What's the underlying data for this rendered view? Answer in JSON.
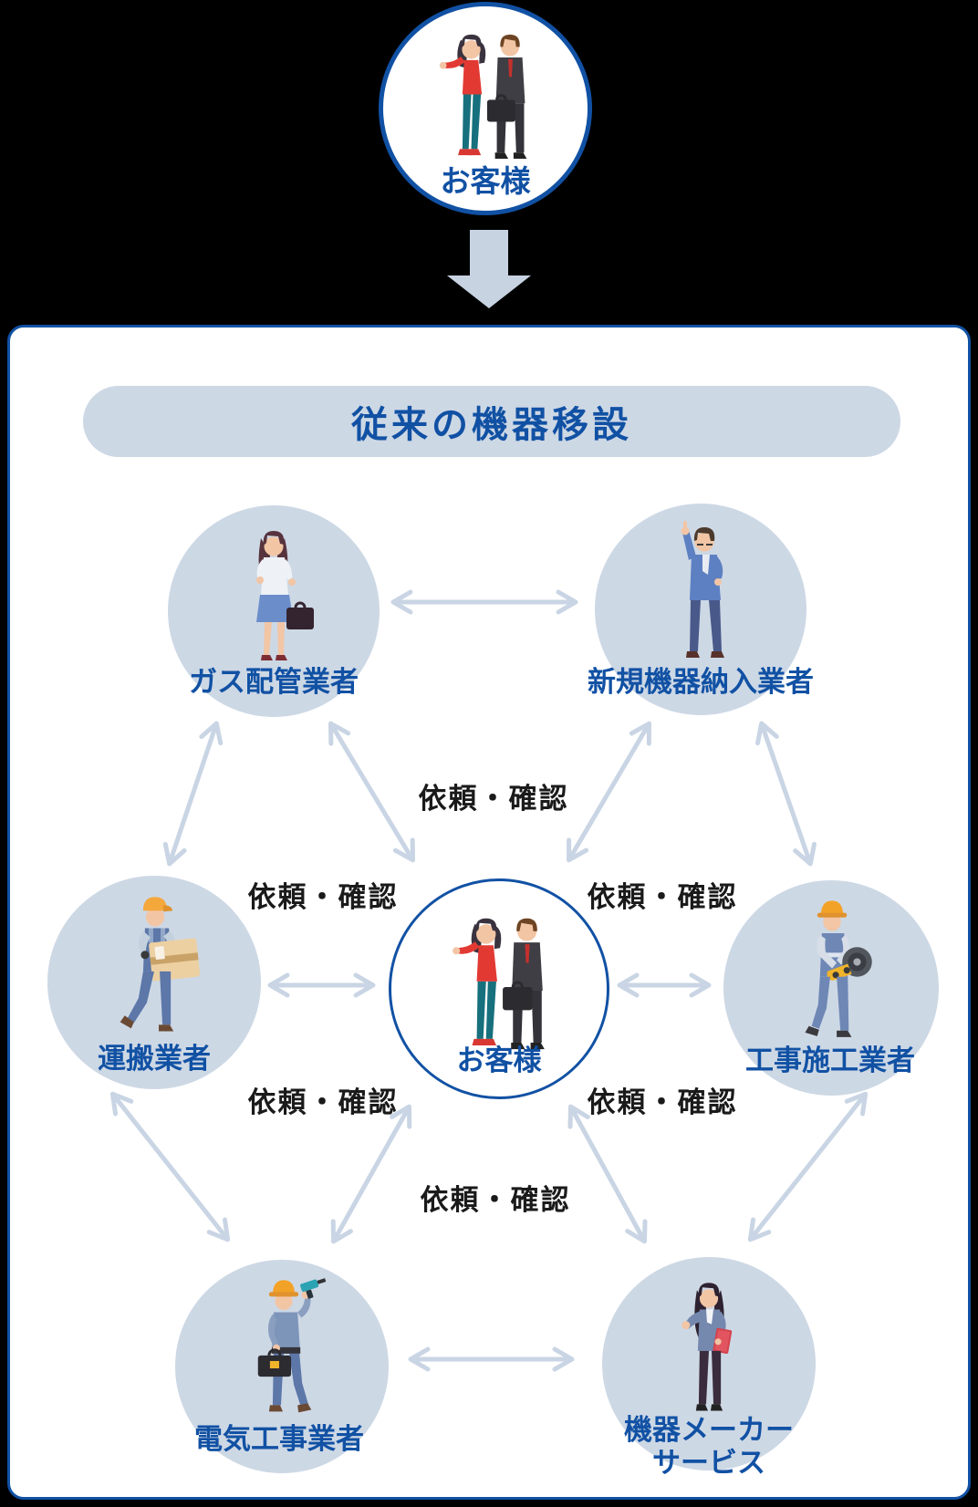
{
  "theme": {
    "page_bg": "#000000",
    "panel_bg": "#ffffff",
    "accent": "#1151a4",
    "node_fill": "#cdd8e5",
    "arrow_color": "#c9d5e4",
    "edge_label": "#1a1a1a"
  },
  "top": {
    "customer_label": "お客様",
    "flow_arrow_icon": "down-block-arrow-icon"
  },
  "panel": {
    "title": "従来の機器移設",
    "edge_label": "依頼・確認",
    "center": {
      "id": "customer",
      "label": "お客様",
      "icon": "customer-pair-illustration"
    },
    "nodes": [
      {
        "id": "gas",
        "label": "ガス配管業者",
        "icon": "gas-piping-worker-illustration"
      },
      {
        "id": "new-equip",
        "label": "新規機器納入業者",
        "icon": "delivery-rep-illustration"
      },
      {
        "id": "transport",
        "label": "運搬業者",
        "icon": "mover-with-box-illustration"
      },
      {
        "id": "construction",
        "label": "工事施工業者",
        "icon": "construction-worker-illustration"
      },
      {
        "id": "electric",
        "label": "電気工事業者",
        "icon": "electrician-illustration"
      },
      {
        "id": "maker",
        "label": "機器メーカー",
        "label2": "サービス",
        "icon": "maker-service-rep-illustration"
      }
    ],
    "edges": [
      {
        "from": "customer",
        "to": "gas",
        "label": "依頼・確認"
      },
      {
        "from": "customer",
        "to": "new-equip",
        "label": "依頼・確認"
      },
      {
        "from": "customer",
        "to": "transport",
        "label": "依頼・確認"
      },
      {
        "from": "customer",
        "to": "construction",
        "label": "依頼・確認"
      },
      {
        "from": "customer",
        "to": "electric",
        "label": "依頼・確認"
      },
      {
        "from": "customer",
        "to": "maker",
        "label": "依頼・確認"
      },
      {
        "from": "gas",
        "to": "new-equip"
      },
      {
        "from": "gas",
        "to": "transport"
      },
      {
        "from": "new-equip",
        "to": "construction"
      },
      {
        "from": "transport",
        "to": "electric"
      },
      {
        "from": "construction",
        "to": "maker"
      },
      {
        "from": "electric",
        "to": "maker"
      }
    ]
  }
}
